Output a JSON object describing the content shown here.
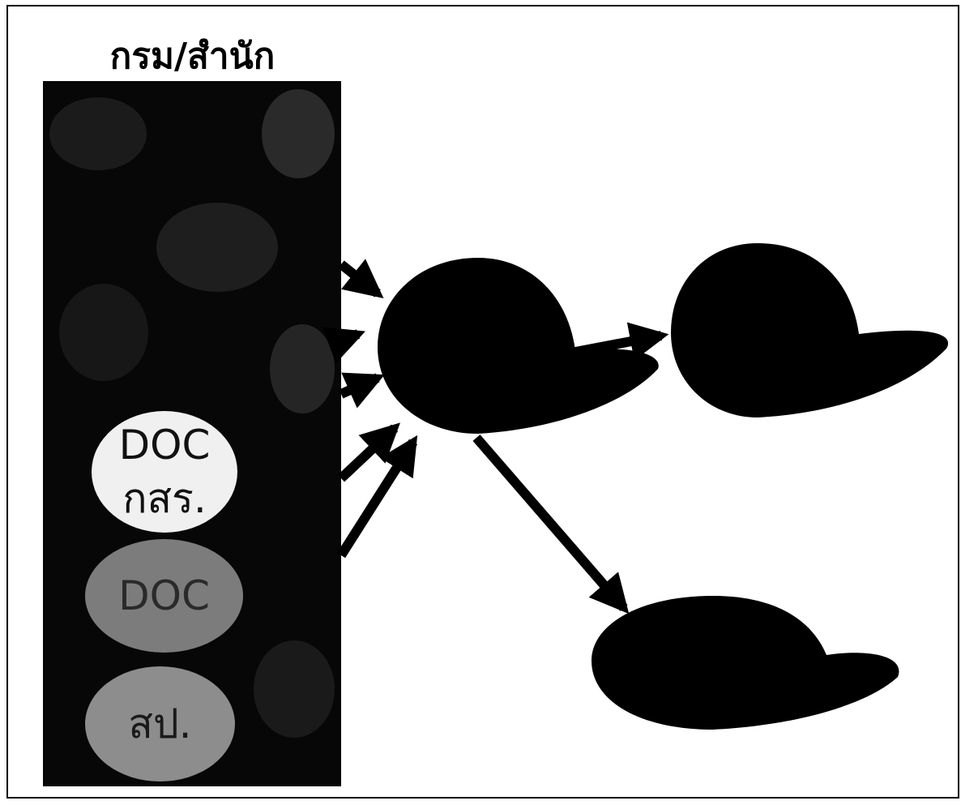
{
  "title": "กรม/สำนัก",
  "panel": {
    "bubbles": [
      {
        "line1": "DOC",
        "line2": "กสร."
      },
      {
        "line1": "DOC",
        "line2": ""
      },
      {
        "line1": "สป.",
        "line2": ""
      }
    ]
  },
  "colors": {
    "background": "#ffffff",
    "panel": "#070707",
    "shapes": "#000000"
  }
}
